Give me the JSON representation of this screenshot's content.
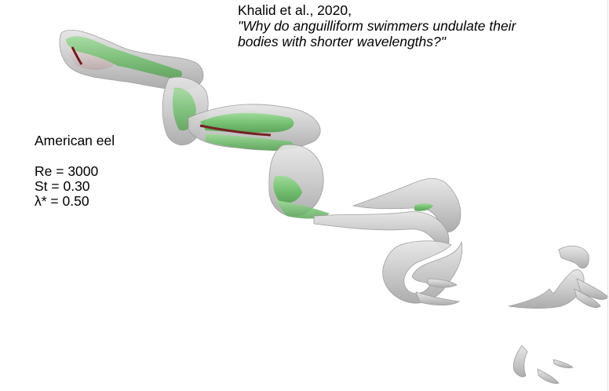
{
  "citation": {
    "authors": "Khalid et al., 2020,",
    "title_line1": "\"Why do anguilliform swimmers undulate their",
    "title_line2": "bodies with shorter wavelengths?\""
  },
  "parameters": {
    "species": "American eel",
    "reynolds": "Re = 3000",
    "strouhal": "St = 0.30",
    "wavelength": "λ* = 0.50"
  },
  "visualization": {
    "description": "3D vortex isosurfaces in the wake of a swimming eel",
    "colors": {
      "body": "#cfc3c3",
      "vortex_core": "#6fbf6a",
      "vortex_shell": "#c8c8c8",
      "shear_layer": "#6b0f12",
      "background": "#ffffff"
    }
  }
}
